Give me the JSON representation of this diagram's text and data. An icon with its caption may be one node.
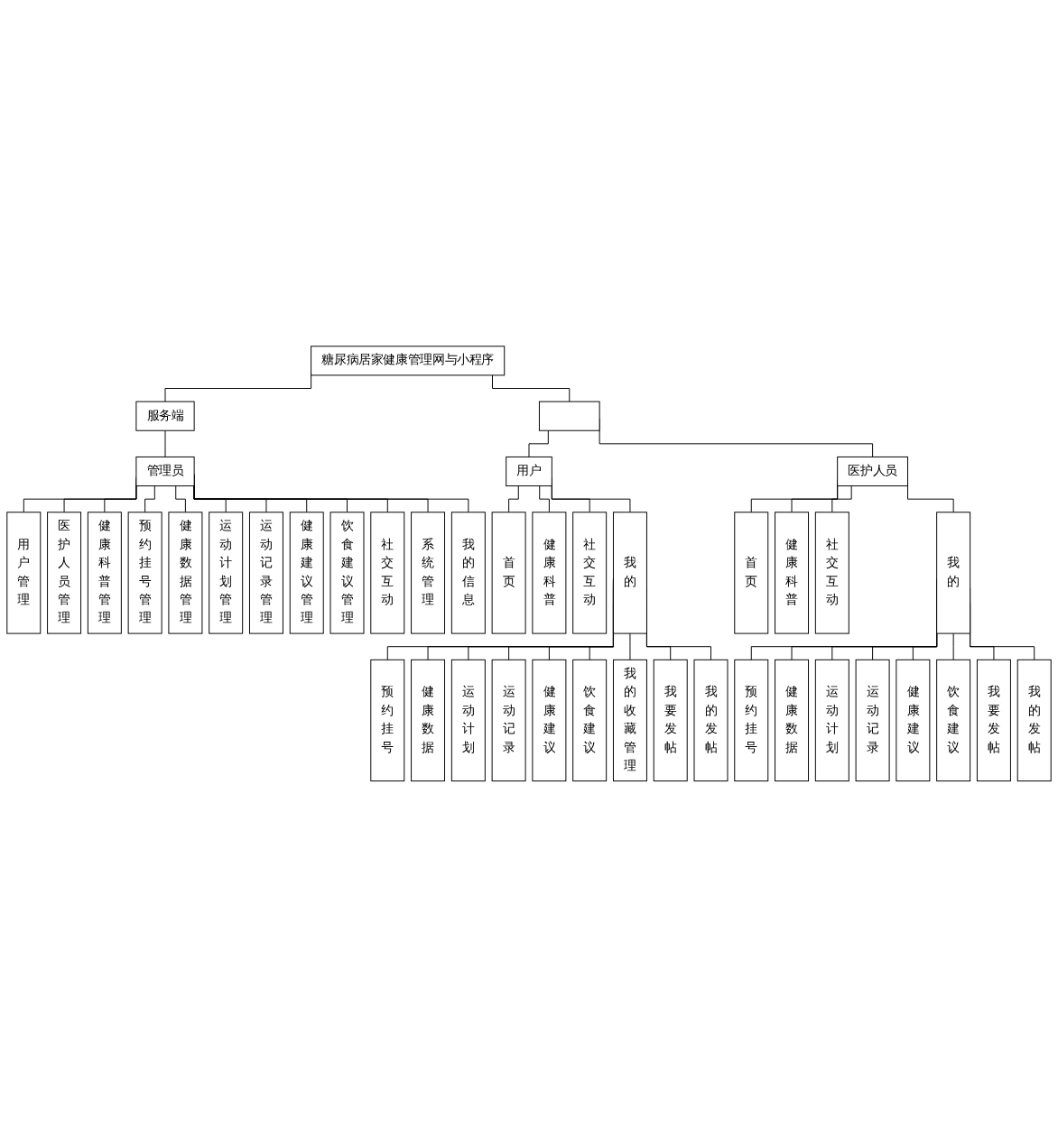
{
  "diagram": {
    "nodes": [
      {
        "text": [
          "糖尿病居家健康管理网与小程序"
        ]
      },
      {
        "text": [
          "服务端"
        ]
      },
      {
        "text": [
          "管理员"
        ]
      },
      {
        "text": [
          "用户管理"
        ]
      },
      {
        "text": [
          "医护人员管理"
        ]
      },
      {
        "text": [
          "健康科普管理"
        ]
      },
      {
        "text": [
          "预约挂号管理"
        ]
      },
      {
        "text": [
          "健康数据管理"
        ]
      },
      {
        "text": [
          "运动计划管理"
        ]
      },
      {
        "text": [
          "运动记录管理"
        ]
      },
      {
        "text": [
          "健康建议管理"
        ]
      },
      {
        "text": [
          "饮食建议管理"
        ]
      },
      {
        "text": [
          "社交互动"
        ]
      },
      {
        "text": [
          "系统管理"
        ]
      },
      {
        "text": [
          "我的信息"
        ]
      },
      {
        "text": [],
        "shape": "box"
      },
      {
        "text": [
          "用户"
        ]
      },
      {
        "text": [
          "首页"
        ]
      },
      {
        "text": [
          "健康科普"
        ]
      },
      {
        "text": [
          "社交互动"
        ]
      },
      {
        "text": [
          "我的"
        ]
      },
      {
        "text": [
          "预约挂号"
        ]
      },
      {
        "text": [
          "健康数据"
        ]
      },
      {
        "text": [
          "运动计划"
        ]
      },
      {
        "text": [
          "运动记录"
        ]
      },
      {
        "text": [
          "健康建议"
        ]
      },
      {
        "text": [
          "饮食建议"
        ]
      },
      {
        "text": [
          "我的收藏管理"
        ]
      },
      {
        "text": [
          "我要发帖"
        ]
      },
      {
        "text": [
          "我的发帖"
        ]
      },
      {
        "text": [
          "医护人员"
        ]
      },
      {
        "text": [
          "首页"
        ]
      },
      {
        "text": [
          "健康科普"
        ]
      },
      {
        "text": [
          "社交互动"
        ]
      },
      {
        "text": [
          "我的"
        ]
      },
      {
        "text": [
          "预约挂号"
        ]
      },
      {
        "text": [
          "健康数据"
        ]
      },
      {
        "text": [
          "运动计划"
        ]
      },
      {
        "text": [
          "运动记录"
        ]
      },
      {
        "text": [
          "健康建议"
        ]
      },
      {
        "text": [
          "饮食建议"
        ]
      },
      {
        "text": [
          "我要发帖"
        ]
      },
      {
        "text": [
          "我的发帖"
        ]
      }
    ],
    "edges": [
      {
        "from": 0,
        "to": 1,
        "arrow": "none"
      },
      {
        "from": 1,
        "to": 2,
        "arrow": "none"
      },
      {
        "from": 2,
        "to": 3,
        "arrow": "none"
      },
      {
        "from": 2,
        "to": 4,
        "arrow": "none"
      },
      {
        "from": 2,
        "to": 5,
        "arrow": "none"
      },
      {
        "from": 2,
        "to": 6,
        "arrow": "none"
      },
      {
        "from": 2,
        "to": 7,
        "arrow": "none"
      },
      {
        "from": 2,
        "to": 8,
        "arrow": "none"
      },
      {
        "from": 2,
        "to": 9,
        "arrow": "none"
      },
      {
        "from": 2,
        "to": 10,
        "arrow": "none"
      },
      {
        "from": 2,
        "to": 11,
        "arrow": "none"
      },
      {
        "from": 2,
        "to": 12,
        "arrow": "none"
      },
      {
        "from": 2,
        "to": 13,
        "arrow": "none"
      },
      {
        "from": 2,
        "to": 14,
        "arrow": "none"
      },
      {
        "from": 0,
        "to": 15,
        "arrow": "none"
      },
      {
        "from": 15,
        "to": 16,
        "arrow": "none"
      },
      {
        "from": 15,
        "to": 30,
        "arrow": "none"
      },
      {
        "from": 16,
        "to": 17,
        "arrow": "none"
      },
      {
        "from": 16,
        "to": 18,
        "arrow": "none"
      },
      {
        "from": 16,
        "to": 19,
        "arrow": "none"
      },
      {
        "from": 16,
        "to": 20,
        "arrow": "none"
      },
      {
        "from": 20,
        "to": 21,
        "arrow": "none"
      },
      {
        "from": 20,
        "to": 22,
        "arrow": "none"
      },
      {
        "from": 20,
        "to": 23,
        "arrow": "none"
      },
      {
        "from": 20,
        "to": 24,
        "arrow": "none"
      },
      {
        "from": 20,
        "to": 25,
        "arrow": "none"
      },
      {
        "from": 20,
        "to": 26,
        "arrow": "none"
      },
      {
        "from": 20,
        "to": 27,
        "arrow": "none"
      },
      {
        "from": 20,
        "to": 28,
        "arrow": "none"
      },
      {
        "from": 20,
        "to": 29,
        "arrow": "none"
      },
      {
        "from": 30,
        "to": 31,
        "arrow": "none"
      },
      {
        "from": 30,
        "to": 32,
        "arrow": "none"
      },
      {
        "from": 30,
        "to": 33,
        "arrow": "none"
      },
      {
        "from": 30,
        "to": 34,
        "arrow": "none"
      },
      {
        "from": 34,
        "to": 35,
        "arrow": "none"
      },
      {
        "from": 34,
        "to": 36,
        "arrow": "none"
      },
      {
        "from": 34,
        "to": 37,
        "arrow": "none"
      },
      {
        "from": 34,
        "to": 38,
        "arrow": "none"
      },
      {
        "from": 34,
        "to": 39,
        "arrow": "none"
      },
      {
        "from": 34,
        "to": 40,
        "arrow": "none"
      },
      {
        "from": 34,
        "to": 41,
        "arrow": "none"
      },
      {
        "from": 34,
        "to": 42,
        "arrow": "none"
      }
    ]
  }
}
